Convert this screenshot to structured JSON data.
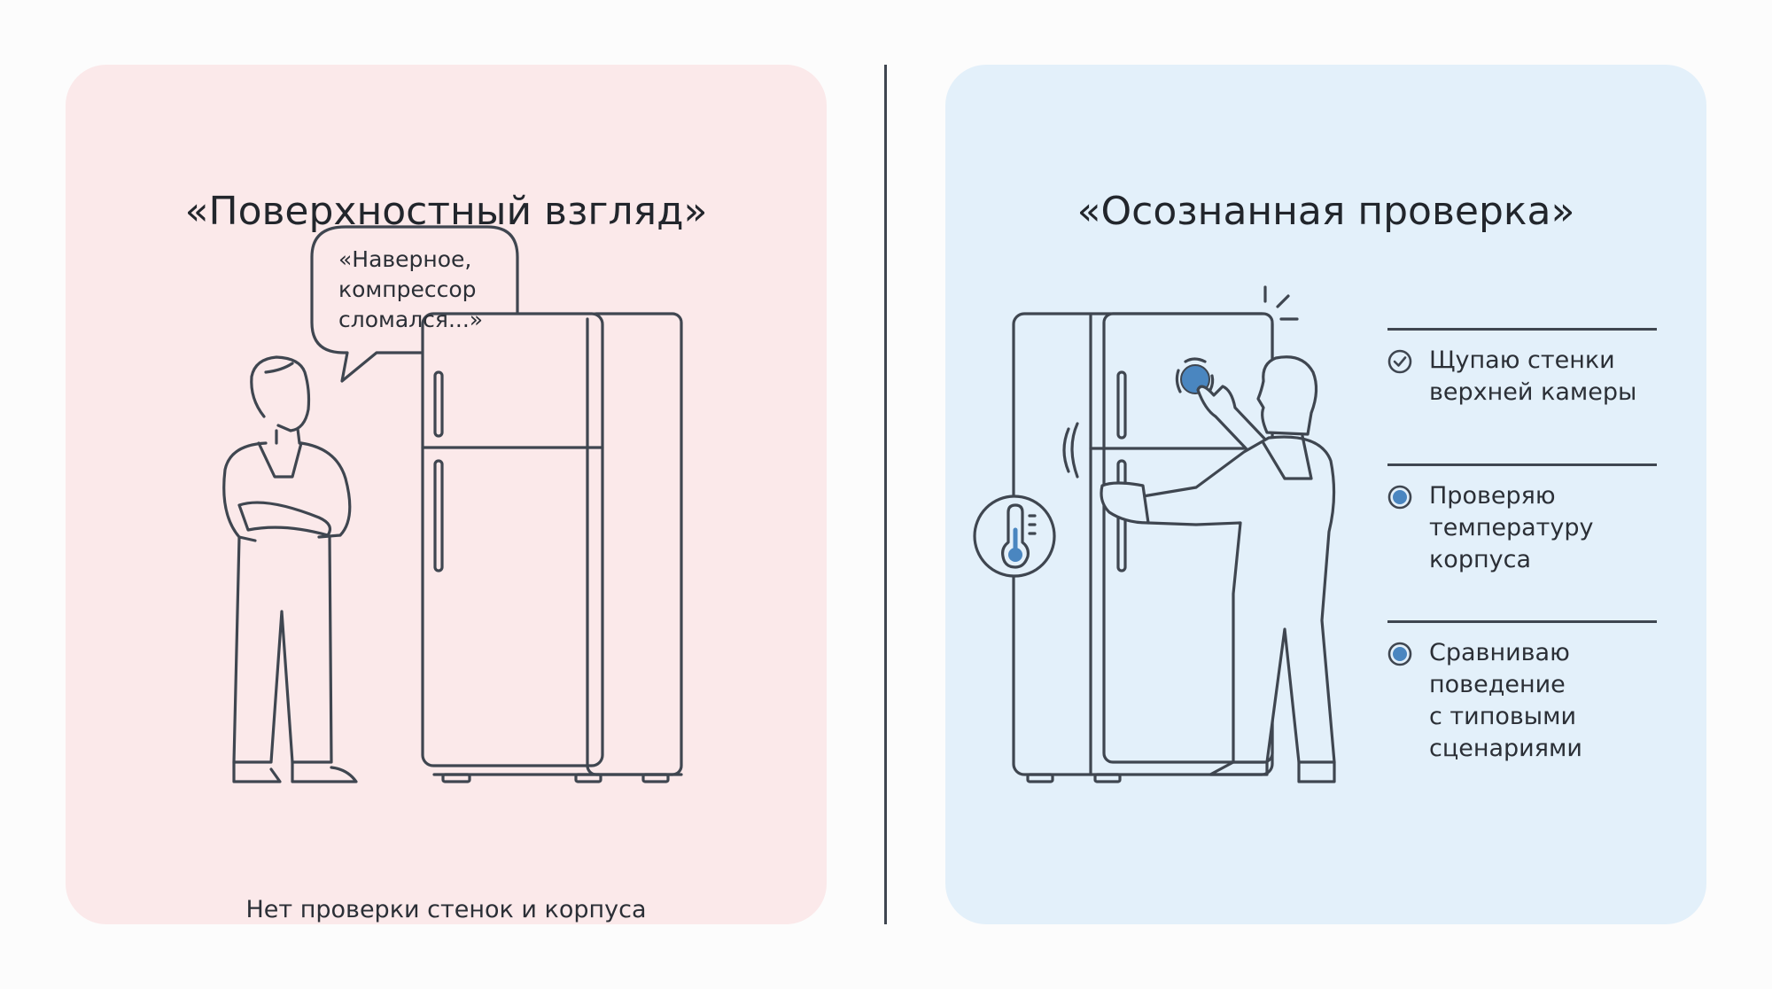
{
  "left_panel": {
    "title": "«Поверхностный взгляд»",
    "speech_bubble": [
      "«Наверное,",
      "компрессор",
      "сломался...»"
    ],
    "caption": "Нет проверки стенок и корпуса",
    "background": "#fbe9ea"
  },
  "right_panel": {
    "title": "«Осознанная проверка»",
    "background": "#e3f0fa",
    "accent": "#4a86c0",
    "checklist": [
      {
        "icon": "check-circle-icon",
        "lines": [
          "Щупаю стенки",
          "верхней камеры"
        ]
      },
      {
        "icon": "blue-dot-icon",
        "lines": [
          "Проверяю",
          "температуру",
          "корпуса"
        ]
      },
      {
        "icon": "blue-dot-icon",
        "lines": [
          "Сравниваю",
          "поведение",
          "с типовыми",
          "сценариями"
        ]
      }
    ]
  },
  "line_color": "#3f4650"
}
